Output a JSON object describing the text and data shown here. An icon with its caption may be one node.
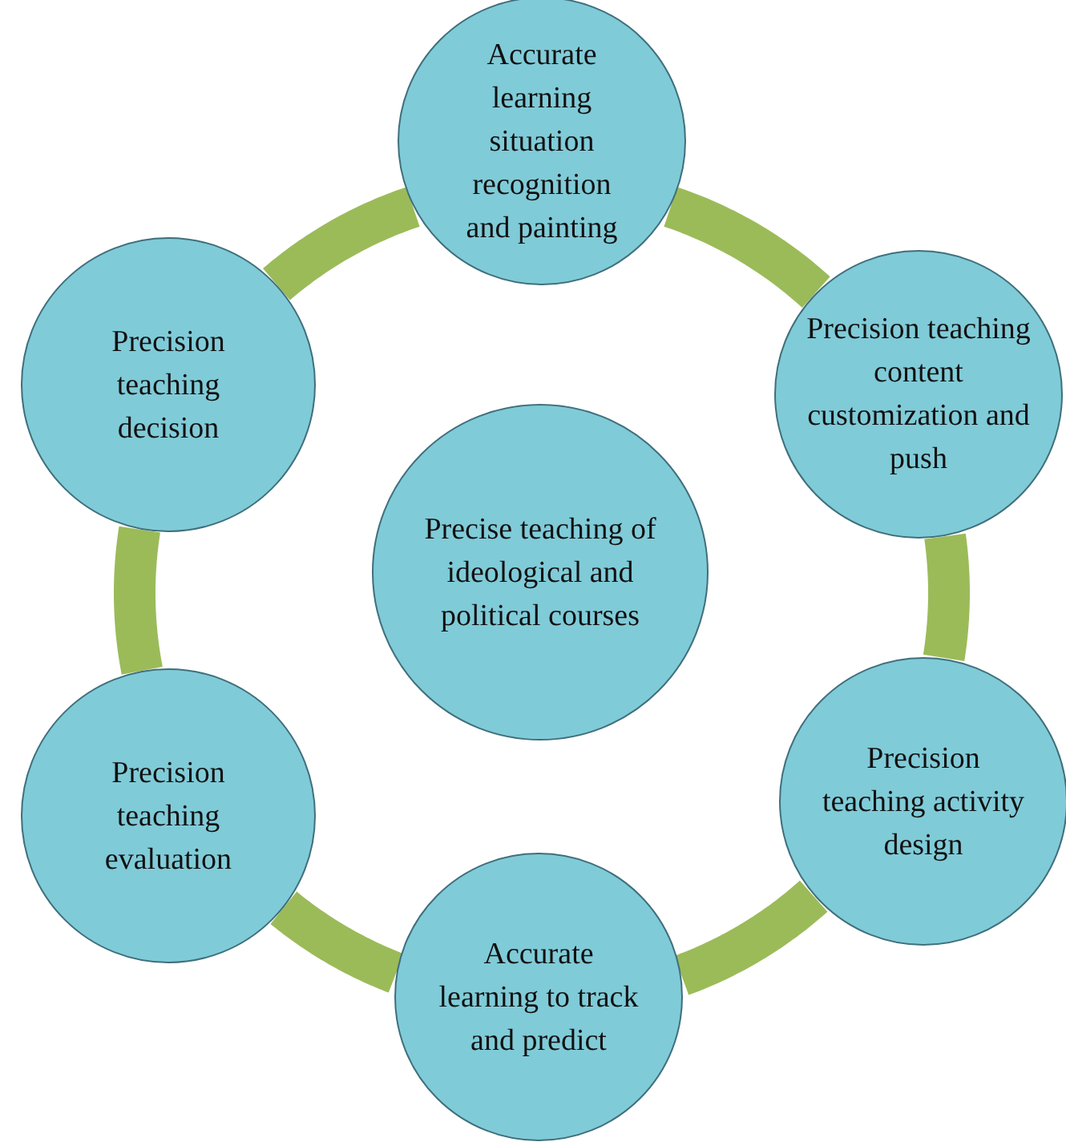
{
  "diagram": {
    "nodes": [
      {
        "text": [
          "Precise teaching of ideological and political courses"
        ]
      },
      {
        "text": [
          "Accurate learning situation recognition and painting"
        ]
      },
      {
        "text": [
          "Precision teaching content customization and push"
        ]
      },
      {
        "text": [
          "Precision teaching activity design"
        ]
      },
      {
        "text": [
          "Accurate learning to track and predict"
        ]
      },
      {
        "text": [
          "Precision teaching evaluation"
        ]
      },
      {
        "text": [
          "Precision teaching decision"
        ]
      }
    ],
    "edges": [
      {
        "from": 1,
        "to": 2,
        "arrow": "none"
      },
      {
        "from": 2,
        "to": 3,
        "arrow": "none"
      },
      {
        "from": 3,
        "to": 4,
        "arrow": "none"
      },
      {
        "from": 4,
        "to": 5,
        "arrow": "none"
      },
      {
        "from": 5,
        "to": 6,
        "arrow": "none"
      },
      {
        "from": 6,
        "to": 1,
        "arrow": "none"
      }
    ]
  }
}
